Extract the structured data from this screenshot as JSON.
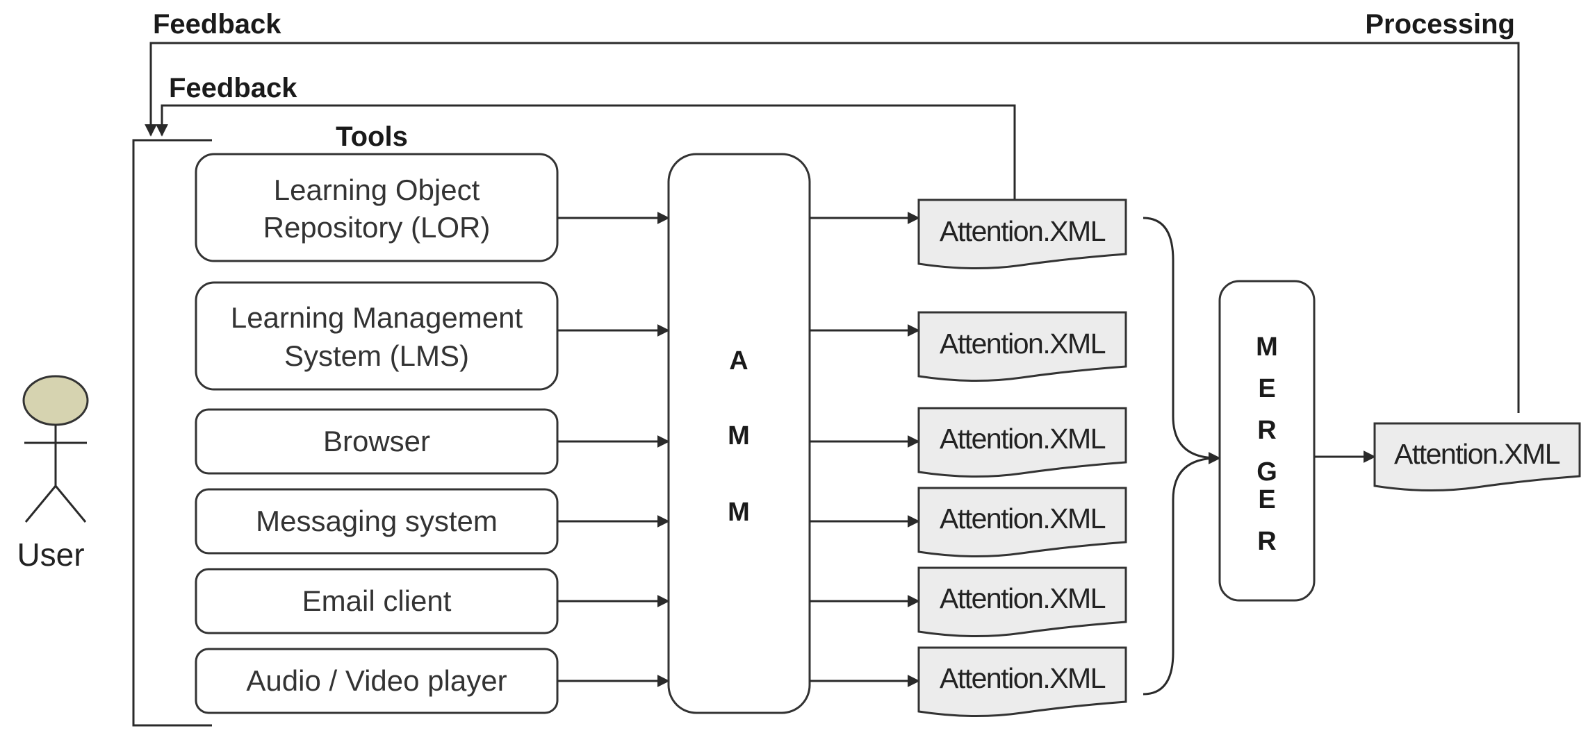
{
  "labels": {
    "feedback_outer": "Feedback",
    "feedback_inner": "Feedback",
    "processing": "Processing",
    "tools": "Tools",
    "user": "User"
  },
  "tools": [
    {
      "line1": "Learning Object",
      "line2": "Repository (LOR)"
    },
    {
      "line1": "Learning Management",
      "line2": "System (LMS)"
    },
    {
      "line1": "Browser"
    },
    {
      "line1": "Messaging system"
    },
    {
      "line1": "Email client"
    },
    {
      "line1": "Audio / Video player"
    }
  ],
  "amm": {
    "letters": [
      "A",
      "M",
      "M"
    ]
  },
  "attention_docs": [
    "Attention.XML",
    "Attention.XML",
    "Attention.XML",
    "Attention.XML",
    "Attention.XML",
    "Attention.XML"
  ],
  "merger": {
    "letters": [
      "M",
      "E",
      "R",
      "G",
      "E",
      "R"
    ]
  },
  "output_doc": "Attention.XML",
  "colors": {
    "actor_head": "#d6d3b0",
    "document_fill": "#ececec",
    "stroke": "#2a2a2a"
  }
}
